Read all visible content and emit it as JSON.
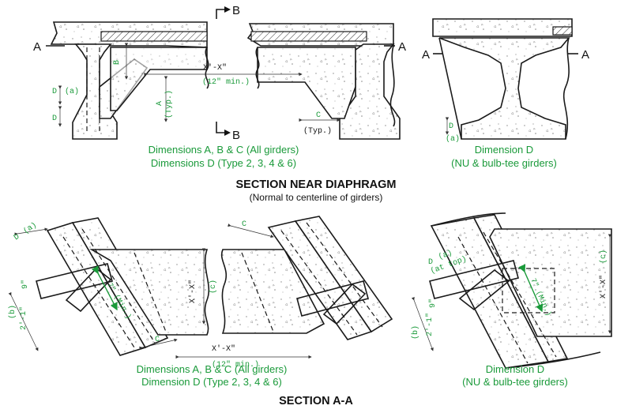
{
  "section_labels": {
    "diaphragm_title": "SECTION NEAR DIAPHRAGM",
    "diaphragm_subtitle": "(Normal to centerline of girders)",
    "aa_title": "SECTION A-A"
  },
  "cut_markers": {
    "a": "A",
    "b": "B"
  },
  "dims": {
    "a": "A",
    "b": "B",
    "c": "C",
    "d": "D",
    "xx": "X'-X\"",
    "twelve_min": "(12\" min.)",
    "typ": "(Typ.)",
    "a_paren": "(a)",
    "b_paren": "(b)",
    "c_paren": "(c)",
    "nine": "9\"",
    "two_one": "2'-1\"",
    "seven_min": "7\" (Min.)",
    "at_top": "(at top)"
  },
  "captions": {
    "left_line1": "Dimensions A, B & C (All girders)",
    "left_line2": "Dimensions D (Type 2, 3, 4 & 6)",
    "right_line1": "Dimension D",
    "right_line2": "(NU & bulb-tee girders)",
    "aa_left_line1": "Dimensions A, B & C (All girders)",
    "aa_left_line2": "Dimension D (Type 2, 3, 4 & 6)",
    "aa_right_line1": "Dimension D",
    "aa_right_line2": "(NU & bulb-tee girders)"
  },
  "colors": {
    "annotation": "#1a9a3a",
    "linework": "#1a1a1a"
  }
}
